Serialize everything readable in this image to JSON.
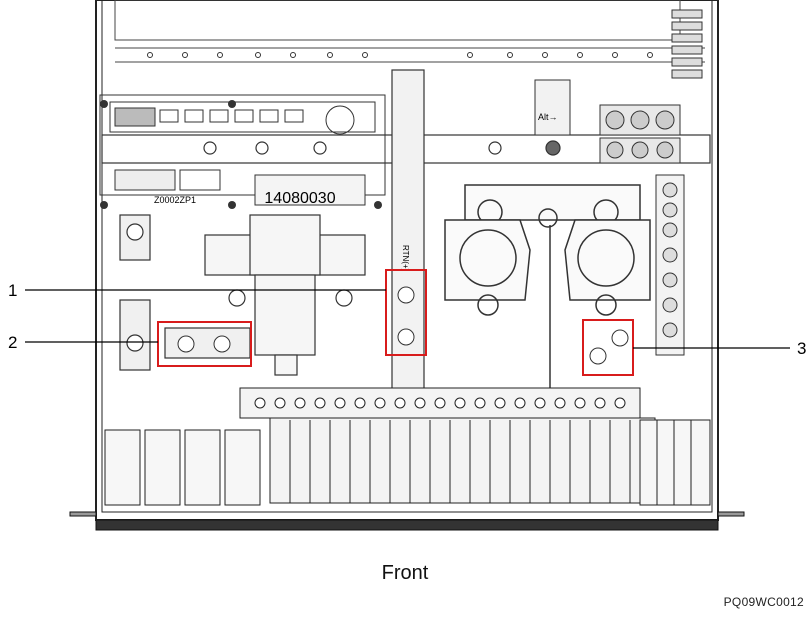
{
  "callouts": [
    {
      "number": "1"
    },
    {
      "number": "2"
    },
    {
      "number": "3"
    }
  ],
  "caption": "Front",
  "figure_code": "PQ09WC0012",
  "board_text": {
    "serial": "14080030",
    "small_code": "Z0002ZP1",
    "rtn_label": "RTN(+)",
    "arrow_label": "Alt→"
  },
  "colors": {
    "callout_box": "#d81c1c",
    "line": "#000000"
  }
}
